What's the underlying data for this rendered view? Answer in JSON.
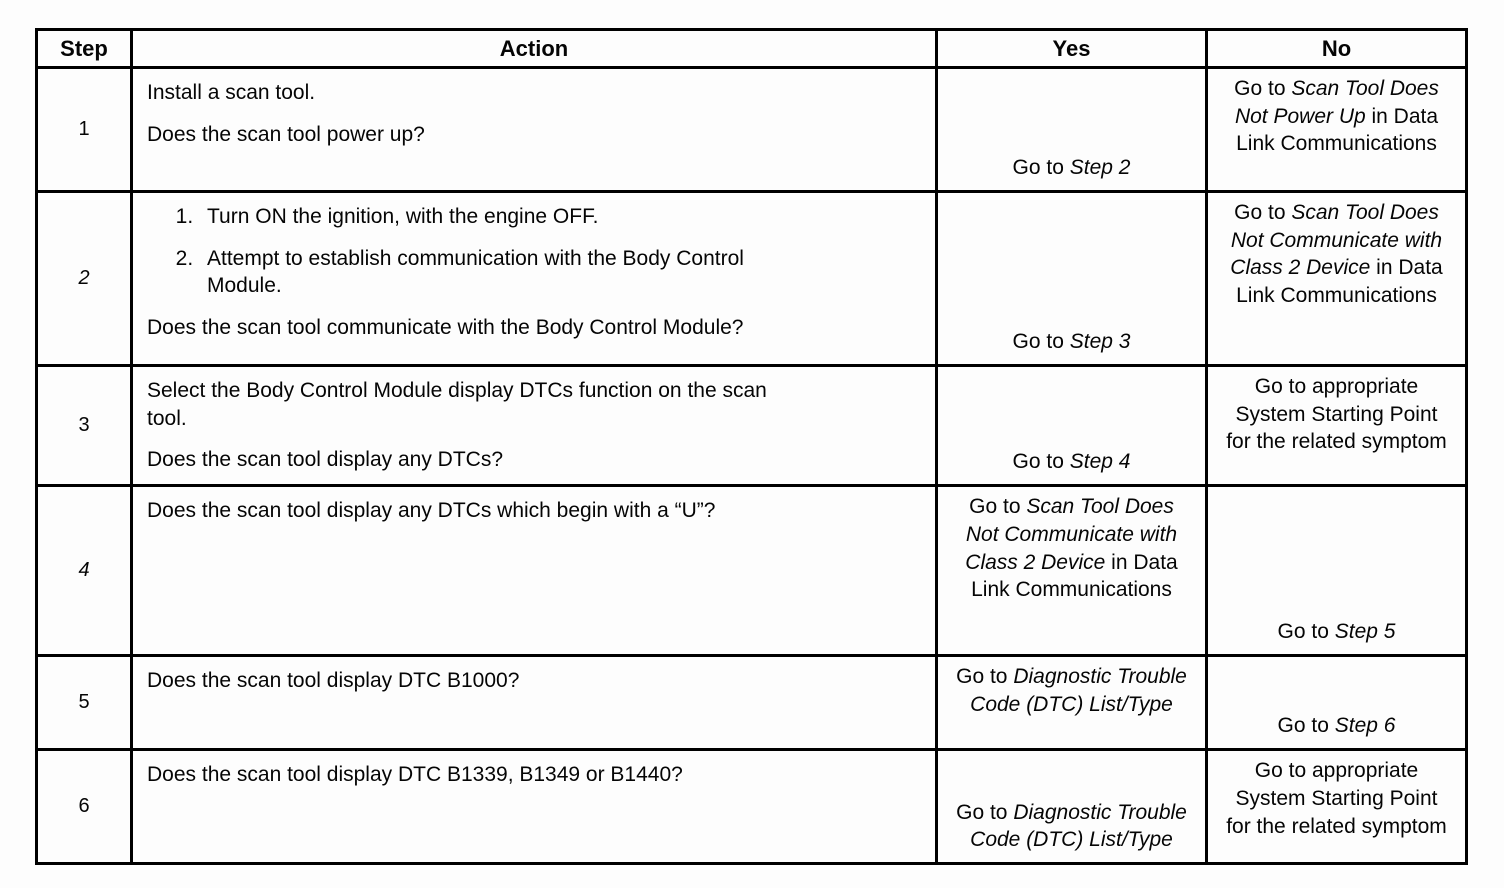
{
  "page": {
    "background": "#fdfdfd",
    "text_color": "#050505",
    "border_color": "#000000"
  },
  "table": {
    "headers": [
      "Step",
      "Action",
      "Yes",
      "No"
    ],
    "rows": [
      {
        "step": "1",
        "action_paragraphs": [
          "Install a scan tool.",
          "Does the scan tool power up?"
        ],
        "yes": [
          {
            "t": "Go to ",
            "i": false
          },
          {
            "t": "Step 2",
            "i": true
          }
        ],
        "no": [
          {
            "t": "Go to ",
            "i": false
          },
          {
            "t": "Scan Tool Does Not Power Up",
            "i": true
          },
          {
            "t": " in Data Link Communications",
            "i": false
          }
        ]
      },
      {
        "step": "2",
        "action_list": [
          "Turn ON the ignition, with the engine OFF.",
          "Attempt to establish communication with the Body Control Module."
        ],
        "action_question": "Does the scan tool communicate with the Body Control Module?",
        "yes": [
          {
            "t": "Go to ",
            "i": false
          },
          {
            "t": "Step 3",
            "i": true
          }
        ],
        "no": [
          {
            "t": "Go to ",
            "i": false
          },
          {
            "t": "Scan Tool Does Not Communicate with Class 2 Device",
            "i": true
          },
          {
            "t": " in Data Link Communications",
            "i": false
          }
        ]
      },
      {
        "step": "3",
        "action_paragraphs": [
          "Select the Body Control Module display DTCs function on the scan tool.",
          "Does the scan tool display any DTCs?"
        ],
        "yes": [
          {
            "t": "Go to ",
            "i": false
          },
          {
            "t": "Step 4",
            "i": true
          }
        ],
        "no": [
          {
            "t": "Go to appropriate System Starting Point for the related symptom",
            "i": false
          }
        ]
      },
      {
        "step": "4",
        "action_paragraphs": [
          "Does the scan tool display any DTCs which begin with a “U”?"
        ],
        "yes": [
          {
            "t": "Go to ",
            "i": false
          },
          {
            "t": "Scan Tool Does Not Communicate with Class 2 Device",
            "i": true
          },
          {
            "t": " in Data Link Communications",
            "i": false
          }
        ],
        "no": [
          {
            "t": "Go to ",
            "i": false
          },
          {
            "t": "Step 5",
            "i": true
          }
        ]
      },
      {
        "step": "5",
        "action_paragraphs": [
          "Does the scan tool display DTC B1000?"
        ],
        "yes": [
          {
            "t": "Go to ",
            "i": false
          },
          {
            "t": "Diagnostic Trouble Code (DTC) List/Type",
            "i": true
          }
        ],
        "no": [
          {
            "t": "Go to ",
            "i": false
          },
          {
            "t": "Step 6",
            "i": true
          }
        ]
      },
      {
        "step": "6",
        "action_paragraphs": [
          "Does the scan tool display DTC B1339, B1349 or B1440?"
        ],
        "yes": [
          {
            "t": "Go to ",
            "i": false
          },
          {
            "t": "Diagnostic Trouble Code (DTC) List/Type",
            "i": true
          }
        ],
        "no": [
          {
            "t": "Go to appropriate System Starting Point for the related symptom",
            "i": false
          }
        ]
      }
    ]
  }
}
